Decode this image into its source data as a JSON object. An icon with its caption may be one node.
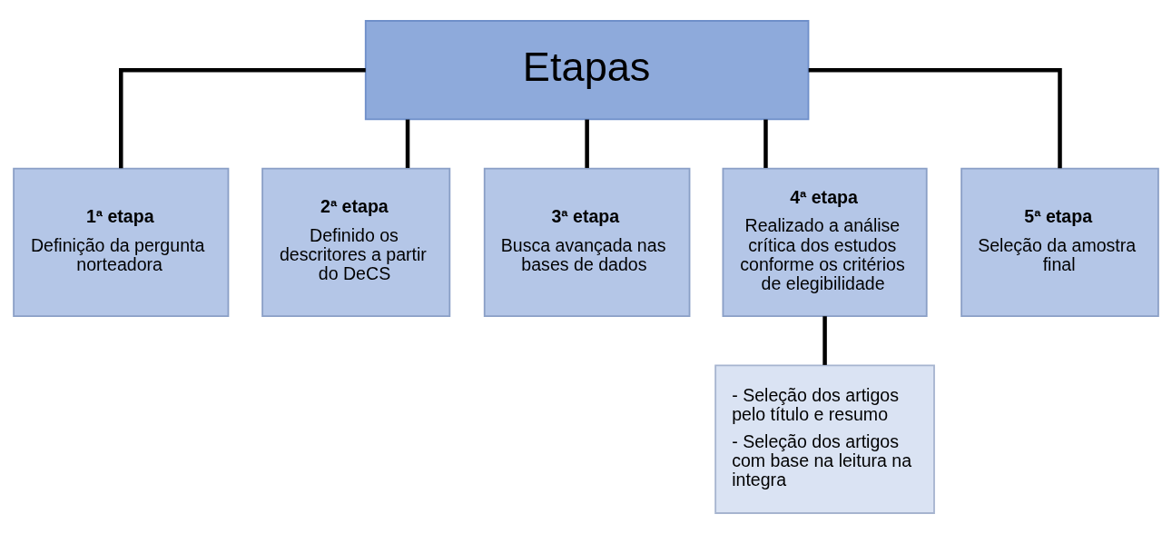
{
  "diagram": {
    "nodes": [
      {
        "text": [
          "Etapas"
        ]
      },
      {
        "text": [
          "1ª etapa",
          "Definição da pergunta norteadora"
        ]
      },
      {
        "text": [
          "2ª etapa",
          "Definido os descritores a partir do DeCS"
        ]
      },
      {
        "text": [
          "3ª etapa",
          "Busca avançada nas bases de dados"
        ]
      },
      {
        "text": [
          "4ª etapa",
          "Realizado a análise crítica dos estudos conforme os critérios de elegibilidade"
        ]
      },
      {
        "text": [
          "5ª etapa",
          "Seleção da amostra final"
        ]
      },
      {
        "text": [
          "- Seleção dos artigos pelo título e resumo",
          "- Seleção dos artigos com base na leitura na integra"
        ]
      }
    ],
    "edges": [
      {
        "from": 0,
        "to": 1,
        "arrow": "none"
      },
      {
        "from": 0,
        "to": 2,
        "arrow": "none"
      },
      {
        "from": 0,
        "to": 3,
        "arrow": "none"
      },
      {
        "from": 0,
        "to": 4,
        "arrow": "none"
      },
      {
        "from": 0,
        "to": 5,
        "arrow": "none"
      },
      {
        "from": 4,
        "to": 6,
        "arrow": "none"
      }
    ]
  }
}
